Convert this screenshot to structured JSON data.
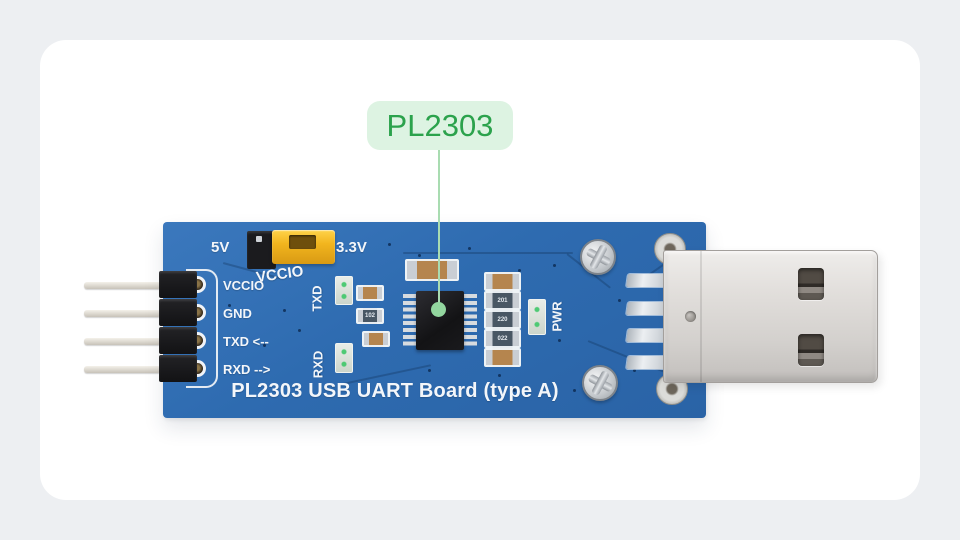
{
  "scene": {
    "background_color": "#edeff2",
    "card_color": "#ffffff"
  },
  "callout": {
    "label": "PL2303",
    "bg_color": "#ddf3e2",
    "text_color": "#2ba24c",
    "line_color": "#a9dcb1"
  },
  "board": {
    "pcb_color": "#2e6bb0",
    "title": "PL2303 USB UART Board (type A)",
    "jumper_left_label": "5V",
    "jumper_right_label": "3.3V",
    "jumper_bottom_label": "VCCIO",
    "jumper_cap_color": "#f2b51e",
    "pin_labels": [
      "VCCIO",
      "GND",
      "TXD <--",
      "RXD -->"
    ],
    "led_labels": {
      "txd": "TXD",
      "rxd": "RXD",
      "pwr": "PWR"
    },
    "smd_labels": {
      "r1": "201",
      "r2": "220",
      "r3": "022",
      "r4": "102"
    }
  },
  "usb": {
    "type": "USB Type-A male plug",
    "metal_color": "#d8d5d2"
  }
}
